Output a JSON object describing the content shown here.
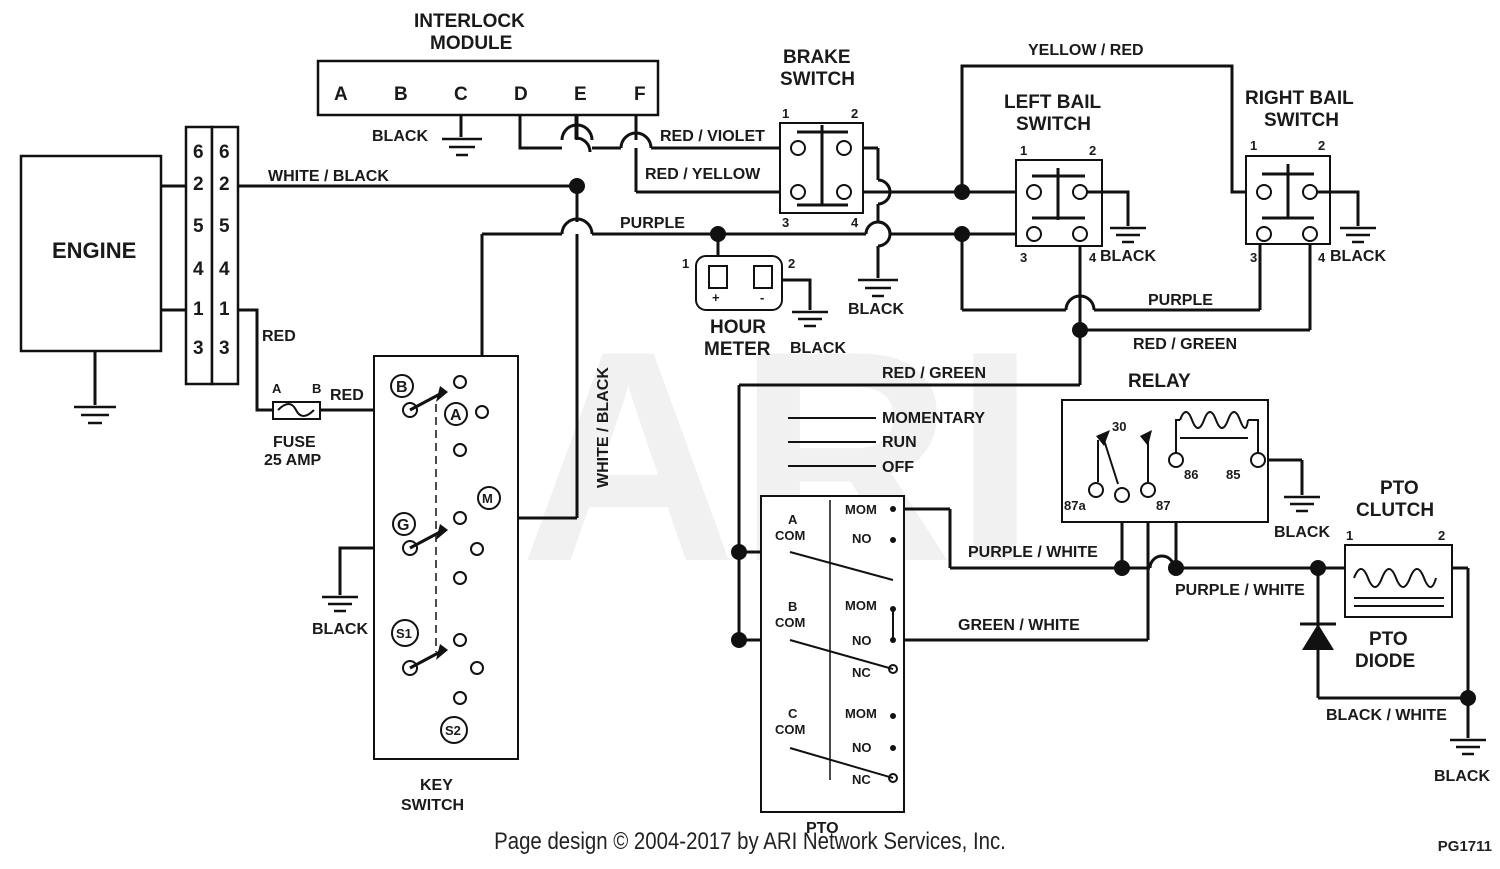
{
  "watermark": "ARI",
  "footer": "Page design © 2004-2017 by ARI Network Services, Inc.",
  "page_code": "PG1711",
  "components": {
    "engine": "ENGINE",
    "interlock_line1": "INTERLOCK",
    "interlock_line2": "MODULE",
    "interlock_pins": [
      "A",
      "B",
      "C",
      "D",
      "E",
      "F"
    ],
    "brake_line1": "BRAKE",
    "brake_line2": "SWITCH",
    "left_bail_line1": "LEFT BAIL",
    "left_bail_line2": "SWITCH",
    "right_bail_line1": "RIGHT BAIL",
    "right_bail_line2": "SWITCH",
    "hour_meter_line1": "HOUR",
    "hour_meter_line2": "METER",
    "relay": "RELAY",
    "pto_clutch_line1": "PTO",
    "pto_clutch_line2": "CLUTCH",
    "pto_diode_line1": "PTO",
    "pto_diode_line2": "DIODE",
    "key_switch_line1": "KEY",
    "key_switch_line2": "SWITCH",
    "pto_switch": "PTO",
    "fuse_line1": "FUSE",
    "fuse_line2": "25 AMP",
    "fuse_a": "A",
    "fuse_b": "B",
    "connector_pins": [
      "6",
      "2",
      "5",
      "4",
      "1",
      "3"
    ]
  },
  "wires": {
    "white_black": "WHITE / BLACK",
    "purple": "PURPLE",
    "red": "RED",
    "red_violet": "RED / VIOLET",
    "red_yellow": "RED / YELLOW",
    "yellow_red": "YELLOW / RED",
    "red_green": "RED / GREEN",
    "purple_white": "PURPLE / WHITE",
    "green_white": "GREEN / WHITE",
    "black_white": "BLACK / WHITE",
    "black": "BLACK",
    "white_black_vertical": "WHITE / BLACK"
  },
  "pto_positions": [
    "MOMENTARY",
    "RUN",
    "OFF"
  ],
  "pto_contacts": {
    "a_com": "A",
    "b_com": "B",
    "c_com": "C",
    "com": "COM",
    "mom": "MOM",
    "no": "NO",
    "nc": "NC"
  },
  "key_terminals": [
    "B",
    "A",
    "M",
    "G",
    "S1",
    "S2"
  ],
  "pin_numbers": {
    "p1": "1",
    "p2": "2",
    "p3": "3",
    "p4": "4"
  },
  "relay_pins": {
    "p30": "30",
    "p87a": "87a",
    "p87": "87",
    "p86": "86",
    "p85": "85"
  },
  "hour_meter_signs": {
    "plus": "+",
    "minus": "-"
  }
}
